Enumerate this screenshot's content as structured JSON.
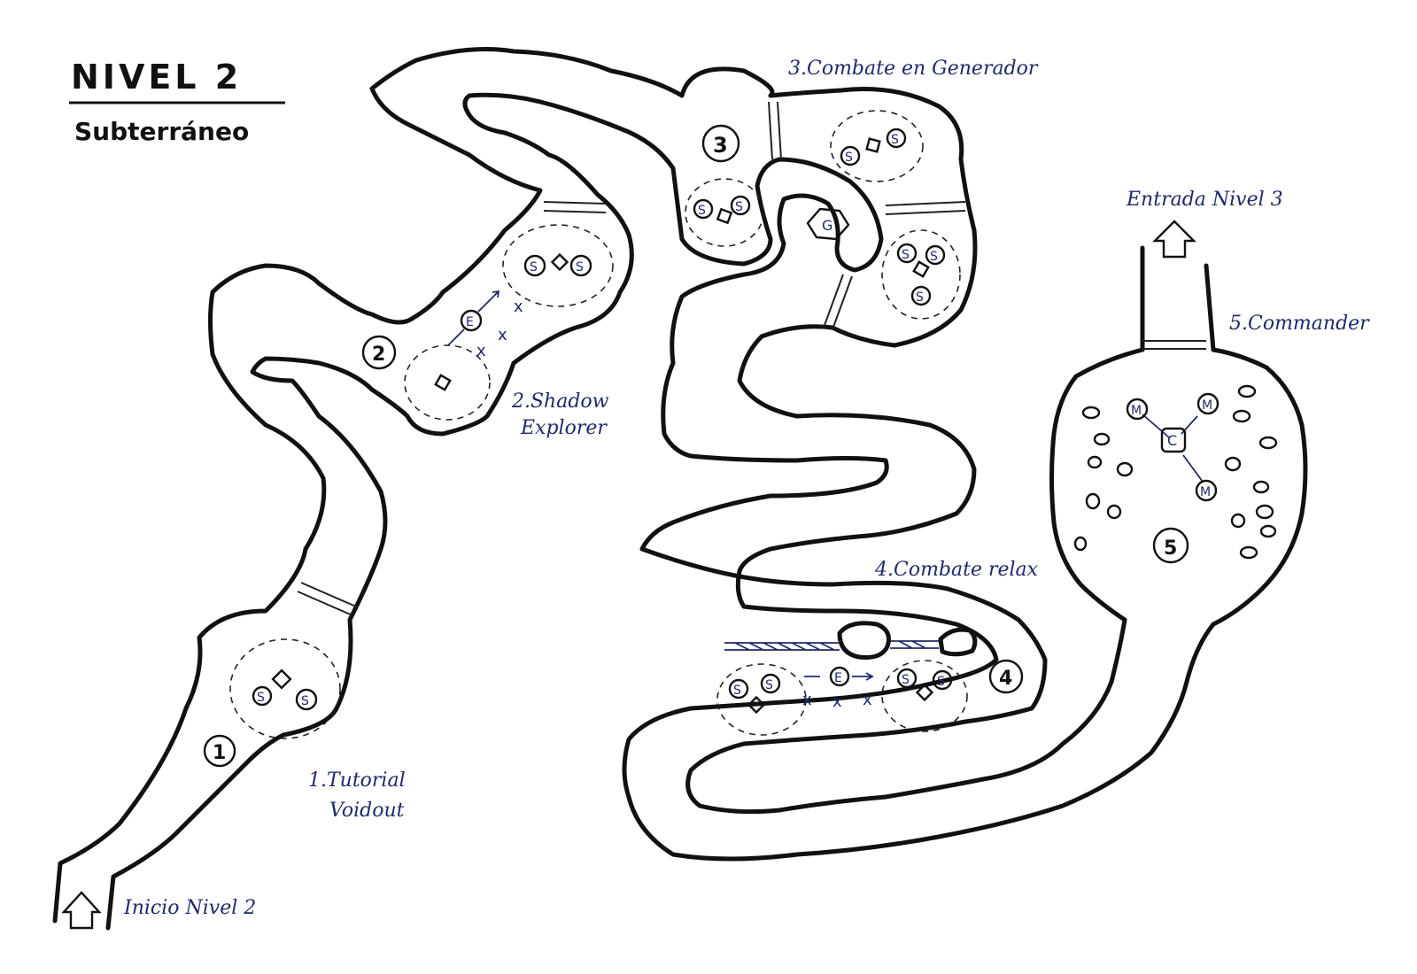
{
  "title": "NIVEL 2",
  "subtitle": "Subterráneo",
  "start_label": "Inicio Nivel 2",
  "exit_label": "Entrada Nivel 3",
  "areas": [
    {
      "number": "1",
      "label_line1": "1.Tutorial",
      "label_line2": "Voidout"
    },
    {
      "number": "2",
      "label_line1": "2.Shadow",
      "label_line2": "Explorer"
    },
    {
      "number": "3",
      "label_line1": "3.Combate en Generador",
      "label_line2": ""
    },
    {
      "number": "4",
      "label_line1": "4.Combate relax",
      "label_line2": ""
    },
    {
      "number": "5",
      "label_line1": "5.Commander",
      "label_line2": ""
    }
  ],
  "symbols": {
    "soldier": "S",
    "explorer": "E",
    "generator": "G",
    "commander": "C",
    "minion": "M",
    "cover": "x"
  },
  "colors": {
    "outline": "#111111",
    "ink": "#1f2a6b"
  }
}
